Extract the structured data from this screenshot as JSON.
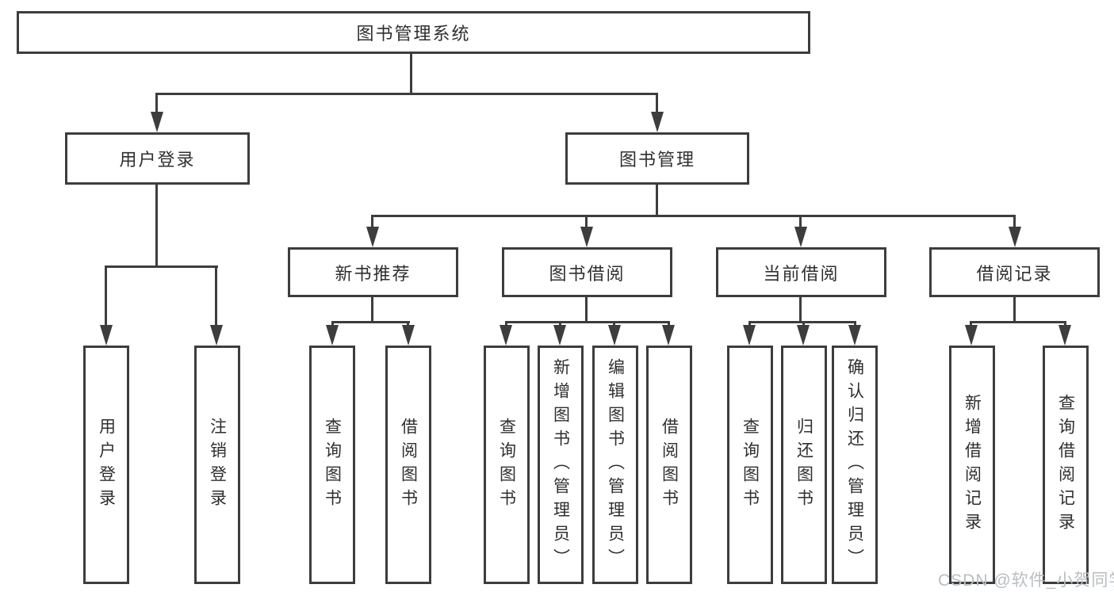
{
  "diagram": {
    "root": "图书管理系统",
    "branches": [
      {
        "label": "用户登录",
        "leaves": [
          "用户登录",
          "注销登录"
        ]
      },
      {
        "label": "图书管理",
        "groups": [
          {
            "label": "新书推荐",
            "leaves": [
              "查询图书",
              "借阅图书"
            ]
          },
          {
            "label": "图书借阅",
            "leaves": [
              "查询图书",
              "新增图书（管理员）",
              "编辑图书（管理员）",
              "借阅图书"
            ]
          },
          {
            "label": "当前借阅",
            "leaves": [
              "查询图书",
              "归还图书",
              "确认归还（管理员）"
            ]
          },
          {
            "label": "借阅记录",
            "leaves": [
              "新增借阅记录",
              "查询借阅记录"
            ]
          }
        ]
      }
    ]
  },
  "watermark": "CSDN @软件_小贺同学",
  "colors": {
    "line": "#3d3d3d",
    "text": "#2f2f2f",
    "watermark": "#b9bec2",
    "background": "#ffffff"
  }
}
